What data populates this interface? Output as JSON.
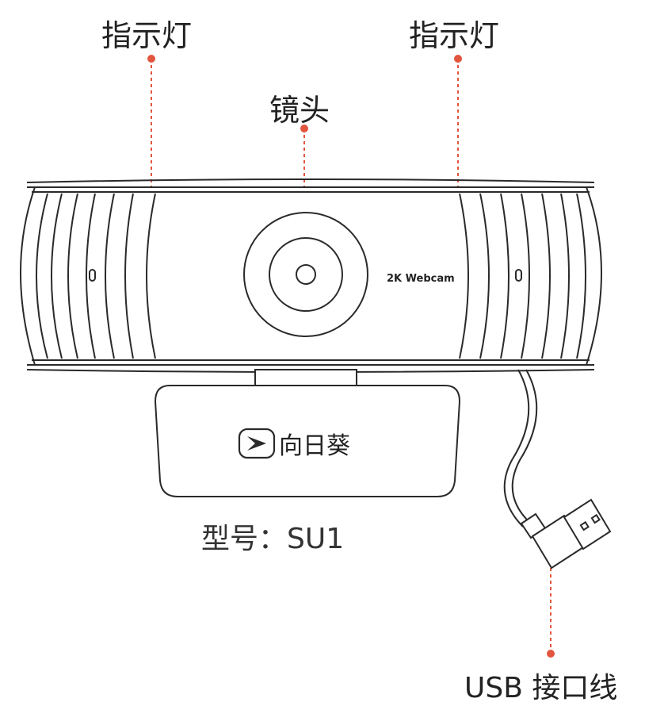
{
  "labels": {
    "indicator_left": "指示灯",
    "indicator_right": "指示灯",
    "lens": "镜头",
    "usb_cable": "USB 接口线",
    "model": "型号：SU1"
  },
  "device": {
    "front_text": "2K Webcam",
    "brand_name": "向日葵",
    "brand_logo_icon": "sunlogin-logo-icon"
  },
  "colors": {
    "callout": "#e2553e",
    "outline": "#2a2a2a",
    "text": "#222222"
  }
}
